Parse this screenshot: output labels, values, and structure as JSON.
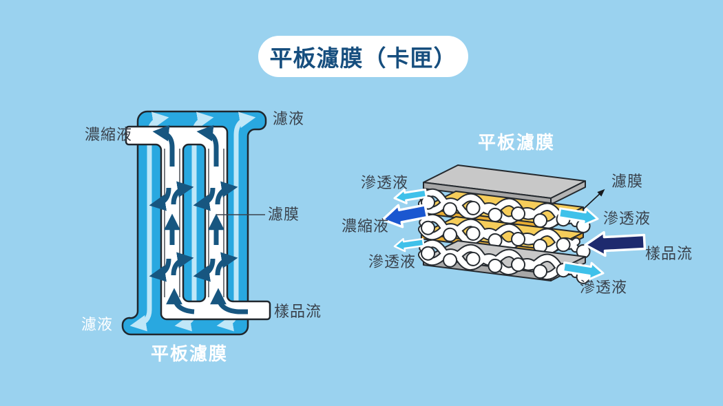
{
  "header": {
    "title": "平板濾膜（卡匣）"
  },
  "left_diagram": {
    "caption": "平板濾膜",
    "labels": {
      "concentrate": "濃縮液",
      "filtrate_top": "濾液",
      "membrane": "濾膜",
      "sample_flow": "樣品流",
      "filtrate_bottom": "濾液"
    }
  },
  "right_diagram": {
    "title": "平板濾膜",
    "labels": {
      "permeate_top_left": "滲透液",
      "membrane": "濾膜",
      "permeate_right": "滲透液",
      "concentrate": "濃縮液",
      "permeate_bottom_left": "滲透液",
      "sample_flow": "樣品流",
      "permeate_bottom_right": "滲透液"
    }
  },
  "colors": {
    "background": "#9ad2ef",
    "cartridge_blue": "#29a8e0",
    "filtrate_light_arrow": "#bfe7f8",
    "flow_navy_arrow": "#175680",
    "permeate_cyan": "#3fc1ea",
    "concentrate_blue": "#1b57d0",
    "sample_navy": "#1e2a6e",
    "membrane_yellow": "#f6cd5a",
    "plate_gray": "#c8c8c8",
    "title_navy": "#164e7e",
    "label_dark": "#39414b"
  }
}
